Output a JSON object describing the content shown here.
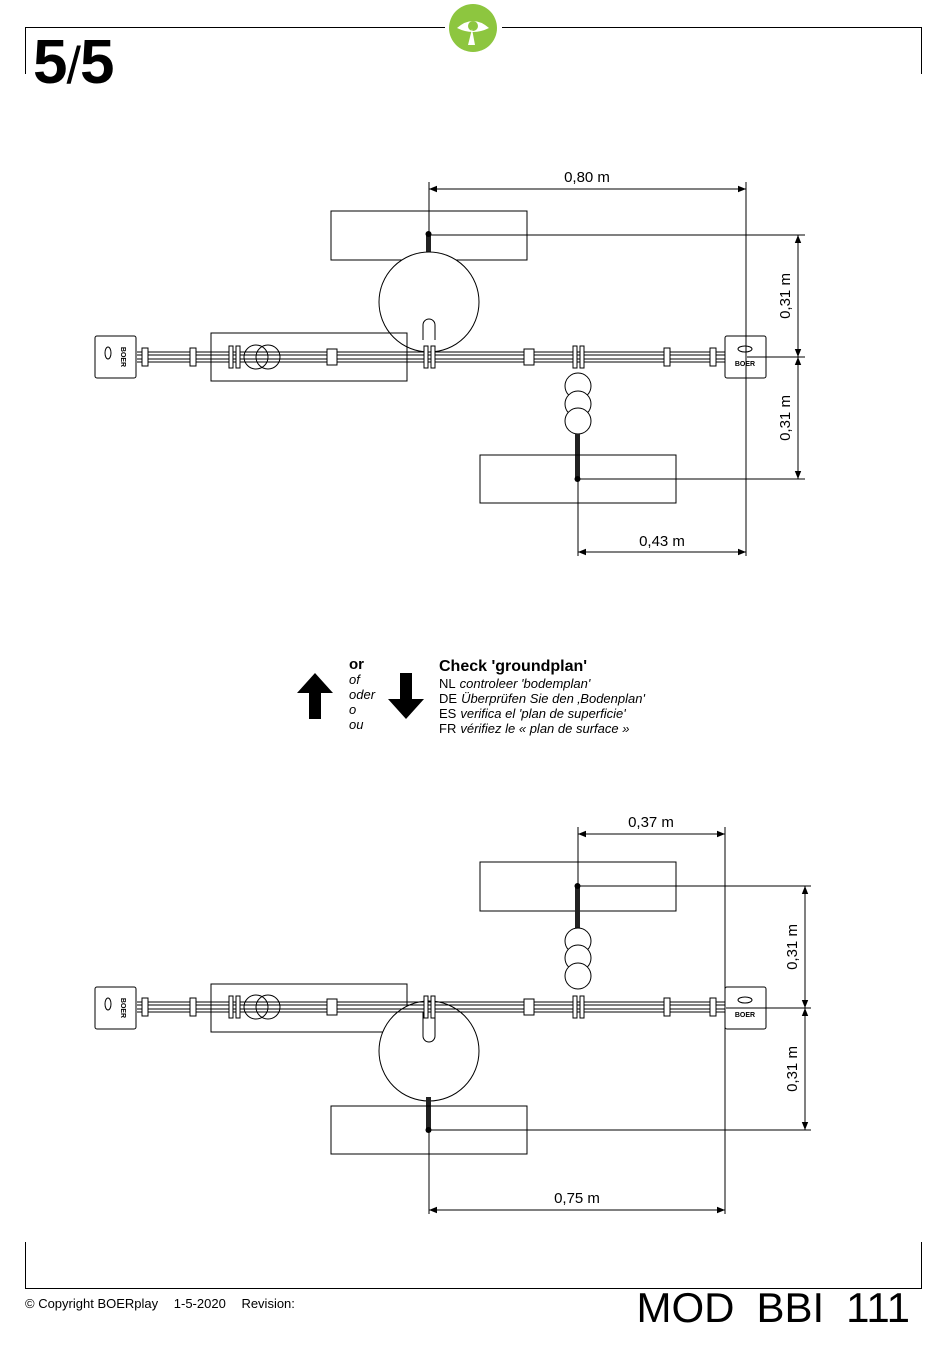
{
  "header": {
    "page_current": "5",
    "page_total": "5",
    "logo_icon": "boerplay-eye-leaf-icon",
    "logo_color": "#8dc63f"
  },
  "top_plan": {
    "dim_top": "0,80 m",
    "dim_right_upper": "0,31 m",
    "dim_right_lower": "0,31 m",
    "dim_bottom": "0,43 m"
  },
  "bottom_plan": {
    "dim_top": "0,37 m",
    "dim_right_upper": "0,31 m",
    "dim_right_lower": "0,31 m",
    "dim_bottom": "0,75 m"
  },
  "or_block": {
    "main": "or",
    "translations": [
      "of",
      "oder",
      "o",
      "ou"
    ]
  },
  "check_block": {
    "title": "Check 'groundplan'",
    "lines": [
      {
        "code": "NL",
        "text": "controleer 'bodemplan'"
      },
      {
        "code": "DE",
        "text": "Überprüfen Sie den ‚Bodenplan'"
      },
      {
        "code": "ES",
        "text": "verifica el 'plan de superficie'"
      },
      {
        "code": "FR",
        "text": "vérifiez le « plan de surface »"
      }
    ]
  },
  "footer": {
    "copyright": "© Copyright BOERplay",
    "date": "1-5-2020",
    "revision": "Revision:",
    "model_prefix": "MOD",
    "model_series": "BBI",
    "model_number": "111"
  },
  "post_label": "BOER"
}
